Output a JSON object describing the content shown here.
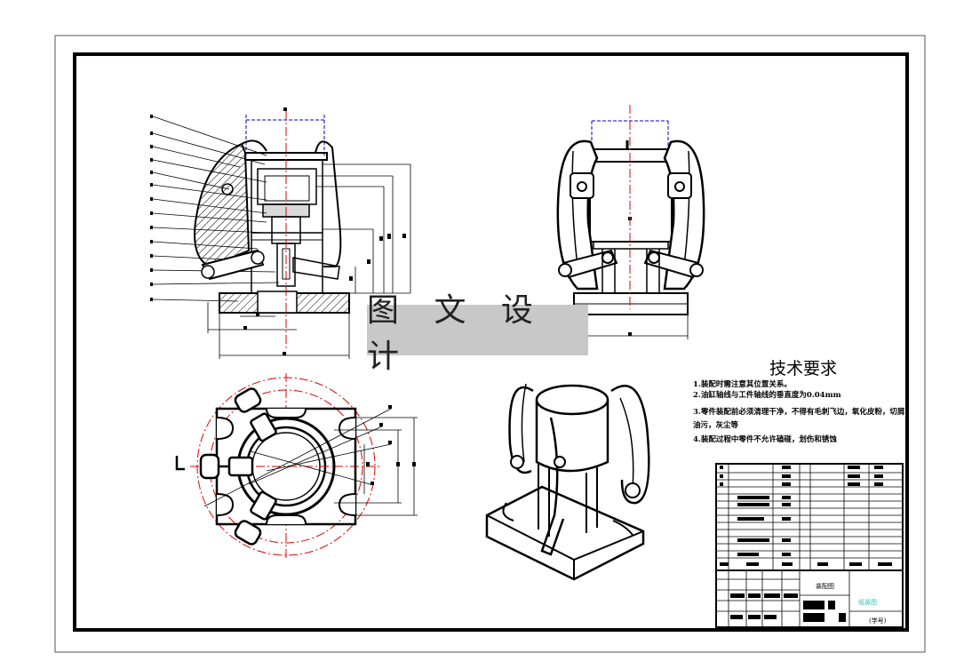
{
  "watermark": "图 文 设 计",
  "tech_requirements": {
    "title": "技术要求",
    "lines": [
      "1.装配时需注意其位置关系。",
      "2.油缸轴线与工件轴线的垂直度为0.04mm",
      "3.零件装配前必须清理干净，不得有毛刺飞边，氧化皮粉，切屑，",
      "油污，灰尘等",
      "4.装配过程中零件不允许磕碰，划伤和锈蚀"
    ]
  },
  "title_block": {
    "drawing_name": "装配图",
    "part_label": "组装图",
    "school": "(学号)"
  },
  "colors": {
    "line": "#000000",
    "centerline": "#e00000",
    "dimension_blue": "#0000c8",
    "watermark_bg": "#c8c8c8",
    "cyan_text": "#2fbfbf"
  }
}
